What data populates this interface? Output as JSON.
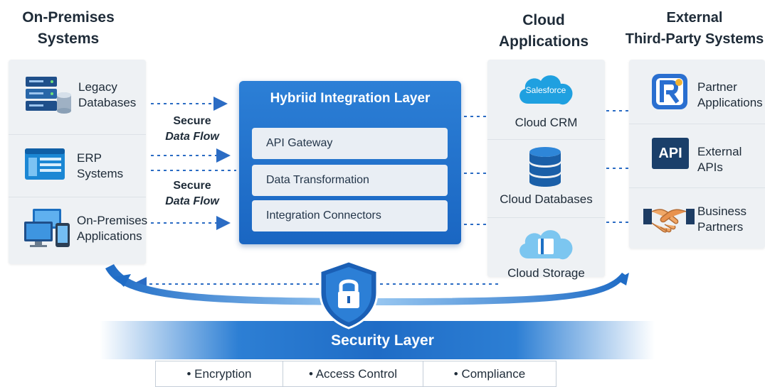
{
  "columns": {
    "on_prem": "On-Premises\nSystems",
    "cloud": "Cloud\nApplications",
    "external": "External\nThird-Party Systems"
  },
  "on_prem_items": [
    {
      "label": "Legacy\nDatabases",
      "icon": "database-server-icon"
    },
    {
      "label": "ERP\nSystems",
      "icon": "erp-window-icon"
    },
    {
      "label": "On-Premises\nApplications",
      "icon": "devices-icon"
    }
  ],
  "flow_labels": {
    "upper": {
      "line1": "Secure",
      "line2": "Data Flow"
    },
    "lower": {
      "line1": "Secure",
      "line2": "Data Flow"
    }
  },
  "hub": {
    "title": "Hybriid Integration Layer",
    "components": [
      "API Gateway",
      "Data Transformation",
      "Integration Connectors"
    ]
  },
  "cloud_items": [
    {
      "label": "Cloud CRM",
      "icon": "salesforce-cloud-icon",
      "logo_text": "Salesforce"
    },
    {
      "label": "Cloud Databases",
      "icon": "database-stack-icon"
    },
    {
      "label": "Cloud Storage",
      "icon": "cloud-storage-icon"
    }
  ],
  "external_items": [
    {
      "label": "Partner\nApplications",
      "icon": "partner-app-icon"
    },
    {
      "label": "External\nAPIs",
      "icon": "api-icon",
      "logo_text": "API"
    },
    {
      "label": "Business\nPartners",
      "icon": "handshake-icon"
    }
  ],
  "security": {
    "title": "Security Layer",
    "items": [
      "• Encryption",
      "• Access Control",
      "• Compliance"
    ],
    "icon": "shield-lock-icon"
  },
  "colors": {
    "primary_blue": "#1f6cc6",
    "panel_bg": "#eef1f4",
    "arrow": "#2b6cc4",
    "text_dark": "#1e2b38"
  }
}
